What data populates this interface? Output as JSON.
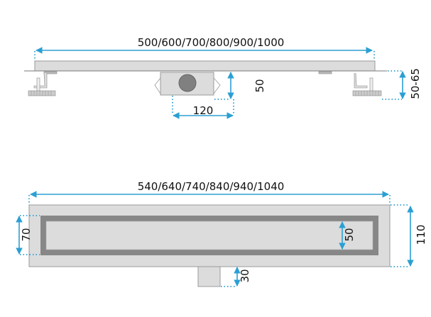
{
  "side_view": {
    "length_label": "500/600/700/800/900/1000",
    "outlet_height_label": "50",
    "outlet_width_label": "120",
    "leg_height_label": "50-65"
  },
  "top_view": {
    "length_label": "540/640/740/840/940/1040",
    "grate_width_label": "70",
    "channel_width_label": "50",
    "total_width_label": "110",
    "outlet_depth_label": "30"
  },
  "colors": {
    "dimension": "#2b9fd3",
    "body": "#dcdcdc",
    "frame": "#878787",
    "outlet": "#808080"
  }
}
